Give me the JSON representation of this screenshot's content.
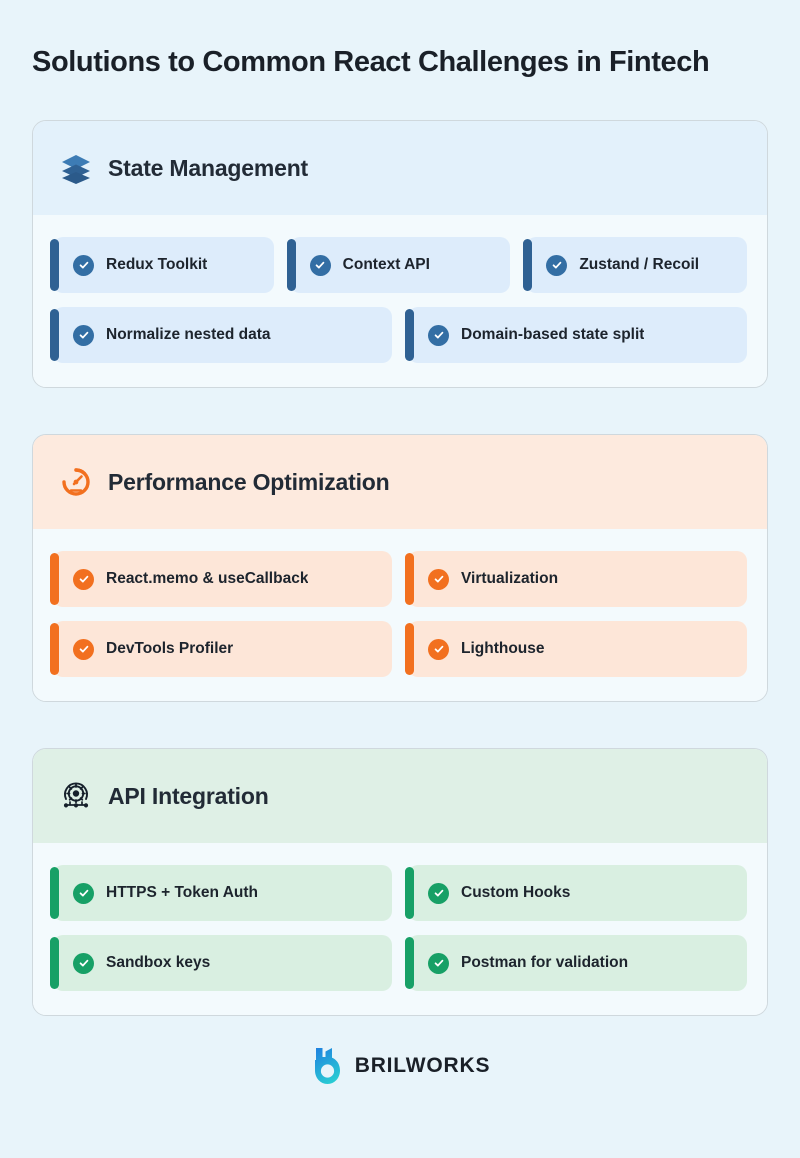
{
  "page": {
    "title": "Solutions to Common React Challenges in Fintech",
    "background_color": "#e8f4fa"
  },
  "sections": [
    {
      "id": "state-management",
      "title": "State Management",
      "icon": "layers-stack-icon",
      "theme": "blue",
      "accent_color": "#2f6193",
      "header_bg": "#e3f1fb",
      "pill_bg": "#ddecfb",
      "rows": [
        [
          "Redux Toolkit",
          "Context API",
          "Zustand / Recoil"
        ],
        [
          "Normalize nested data",
          "Domain-based state split"
        ]
      ]
    },
    {
      "id": "performance-optimization",
      "title": "Performance Optimization",
      "icon": "gauge-speedometer-icon",
      "theme": "orange",
      "accent_color": "#f2701f",
      "header_bg": "#fdeade",
      "pill_bg": "#fde6d8",
      "rows": [
        [
          "React.memo & useCallback",
          "Virtualization"
        ],
        [
          "DevTools Profiler",
          "Lighthouse"
        ]
      ]
    },
    {
      "id": "api-integration",
      "title": "API Integration",
      "icon": "api-gear-network-icon",
      "theme": "green",
      "accent_color": "#17a066",
      "header_bg": "#dff0e6",
      "pill_bg": "#d9efe1",
      "rows": [
        [
          "HTTPS + Token Auth",
          "Custom Hooks"
        ],
        [
          "Sandbox keys",
          "Postman for validation"
        ]
      ]
    }
  ],
  "footer": {
    "brand": "BRILWORKS",
    "logo_icon": "brilworks-b-logo",
    "logo_gradient_from": "#1f7fe0",
    "logo_gradient_to": "#2ad2d2"
  }
}
